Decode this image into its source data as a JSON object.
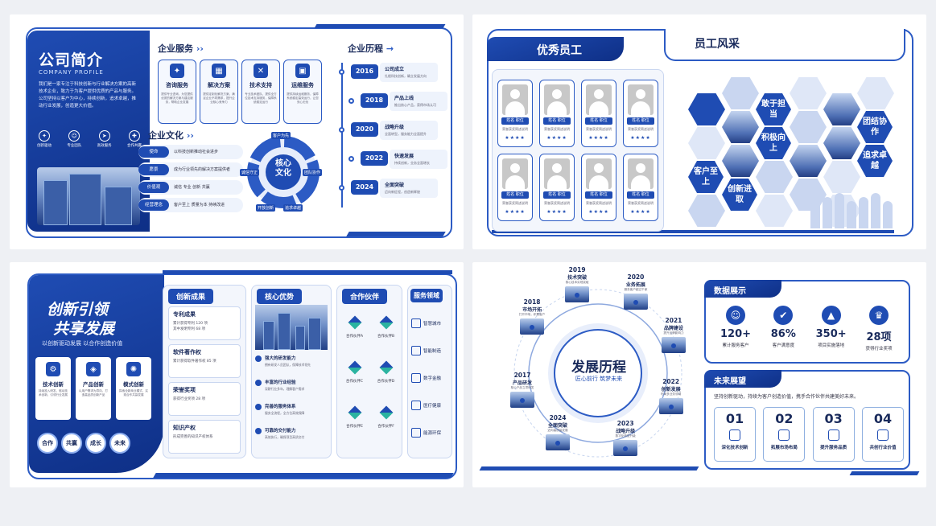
{
  "board1": {
    "title": "公司简介",
    "subtitle": "COMPANY PROFILE",
    "intro": "我们是一家专注于科技创新与行业解决方案的高新技术企业，致力于为客户提供优质的产品与服务。公司坚持以客户为中心，持续创新，追求卓越，推动行业发展，创造更大价值。",
    "mini_icons": [
      "创新驱动",
      "专业团队",
      "高效服务",
      "合作共赢"
    ],
    "services_title": "企业服务",
    "services": [
      {
        "label": "咨询服务",
        "icon": "consult-icon",
        "glyph": "✦",
        "desc": "提供专业咨询，为您提供优质的解决方案与建议服务，帮助企业发展"
      },
      {
        "label": "解决方案",
        "icon": "solution-icon",
        "glyph": "▦",
        "desc": "提供定制化解决方案，满足企业不同需求，提升企业核心竞争力"
      },
      {
        "label": "技术支持",
        "icon": "tools-icon",
        "glyph": "✕",
        "desc": "专业技术团队，提供全方位技术支持服务，保障系统稳定运行"
      },
      {
        "label": "运维服务",
        "icon": "monitor-icon",
        "glyph": "▣",
        "desc": "提供持续运维服务，保障系统稳定高效运行，让您安心无忧"
      }
    ],
    "culture_title": "企业文化",
    "culture": [
      {
        "tag": "使命",
        "text": "以科技创新推动社会进步"
      },
      {
        "tag": "愿景",
        "text": "成为行业领先的解决方案提供者"
      },
      {
        "tag": "价值观",
        "text": "诚信  专业  创新  共赢"
      },
      {
        "tag": "经营理念",
        "text": "客户至上  质量为本  持续改进"
      }
    ],
    "core": {
      "center": "核心\n文化",
      "ring": [
        "客户为先",
        "团队协作",
        "追求卓越",
        "开放创新",
        "诚信守正"
      ]
    },
    "history_title": "企业历程",
    "history": [
      {
        "year": "2016",
        "title": "公司成立",
        "desc": "扎根科技创新，确立发展方向"
      },
      {
        "year": "2018",
        "title": "产品上线",
        "desc": "推出核心产品，获得市场认可"
      },
      {
        "year": "2020",
        "title": "战略升级",
        "desc": "全面转型，服务能力全面提升"
      },
      {
        "year": "2022",
        "title": "快速发展",
        "desc": "持续创新，业务全面增长"
      },
      {
        "year": "2024",
        "title": "全面突破",
        "desc": "迈向新征程，创造新辉煌"
      }
    ]
  },
  "board2": {
    "title1": "优秀员工",
    "title2": "员工风采",
    "employee_name": "姓名  职位",
    "employee_desc": "荣誉获奖简述说明",
    "stars": "★★★★",
    "hex_labels": [
      "敢于担当",
      "积极向上",
      "团结协作",
      "客户至上",
      "追求卓越",
      "创新进取"
    ]
  },
  "board3": {
    "headline1": "创新引领",
    "headline2": "共享发展",
    "slogan": "以创新驱动发展 以合作创造价值",
    "cards": [
      {
        "label": "技术创新",
        "icon": "gear-icon",
        "glyph": "⚙",
        "desc": "持续投入研发，驱动技术创新，引领行业发展"
      },
      {
        "label": "产品创新",
        "icon": "cube-icon",
        "glyph": "◈",
        "desc": "以用户需求为导向，打造高品质创新产品"
      },
      {
        "label": "模式创新",
        "icon": "network-icon",
        "glyph": "✺",
        "desc": "探索全新商业模式，实现合作共赢发展"
      }
    ],
    "circles": [
      "合作",
      "共赢",
      "成长",
      "未来"
    ],
    "achievements_title": "创新成果",
    "achievements": [
      {
        "title": "专利成果",
        "lines": [
          "累计获得专利 120 项",
          "其中发明专利 68 项"
        ]
      },
      {
        "title": "软件著作权",
        "lines": [
          "累计获得软件著作权 85 项"
        ]
      },
      {
        "title": "荣誉奖项",
        "lines": [
          "获得行业奖项 28 项"
        ]
      },
      {
        "title": "知识产权",
        "lines": [
          "形成完善的知识产权体系"
        ]
      }
    ],
    "advantages_title": "核心优势",
    "advantages": [
      {
        "title": "强大的研发能力",
        "desc": "拥有研发人员团队，保障技术领先"
      },
      {
        "title": "丰富的行业经验",
        "desc": "深耕行业多年，理解客户需求"
      },
      {
        "title": "完善的服务体系",
        "desc": "服务全流程，全方位高效保障"
      },
      {
        "title": "可靠的交付能力",
        "desc": "高效执行，确保项目高质交付"
      }
    ],
    "partners_title": "合作伙伴",
    "partners": [
      "合作伙伴A",
      "合作伙伴B",
      "合作伙伴C",
      "合作伙伴D",
      "合作伙伴E",
      "合作伙伴F"
    ],
    "domains_title": "服务领域",
    "domains": [
      {
        "label": "智慧城市",
        "icon": "city-icon"
      },
      {
        "label": "智能制造",
        "icon": "factory-icon"
      },
      {
        "label": "数字金融",
        "icon": "finance-icon"
      },
      {
        "label": "医疗健康",
        "icon": "health-icon"
      },
      {
        "label": "能源环保",
        "icon": "energy-icon"
      }
    ]
  },
  "board4": {
    "center_title": "发展历程",
    "center_sub": "匠心前行 筑梦未来",
    "milestones": [
      {
        "year": "2017",
        "title": "产品研发",
        "desc": "核心产品立项研发"
      },
      {
        "year": "2018",
        "title": "市场开拓",
        "desc": "打开市场，积累客户"
      },
      {
        "year": "2019",
        "title": "技术突破",
        "desc": "核心技术实现突破"
      },
      {
        "year": "2020",
        "title": "业务拓展",
        "desc": "服务客户超过千家"
      },
      {
        "year": "2021",
        "title": "品牌建设",
        "desc": "提升品牌影响力"
      },
      {
        "year": "2022",
        "title": "创新发展",
        "desc": "布局多业务领域"
      },
      {
        "year": "2023",
        "title": "战略升级",
        "desc": "数字化转型升级"
      },
      {
        "year": "2024",
        "title": "全面突破",
        "desc": "迈向高质量发展"
      }
    ],
    "data_title": "数据展示",
    "stats": [
      {
        "value": "120+",
        "label": "累计服务客户",
        "icon": "users-icon"
      },
      {
        "value": "86%",
        "label": "客户满意度",
        "icon": "check-badge-icon"
      },
      {
        "value": "350+",
        "label": "项目实施落地",
        "icon": "growth-chart-icon"
      },
      {
        "value": "28项",
        "label": "获得行业奖项",
        "icon": "trophy-icon"
      }
    ],
    "future_title": "未来展望",
    "future_text": "坚持创新驱动，持续为客户创造价值，携手合作伙伴共建美好未来。",
    "future": [
      {
        "num": "01",
        "label": "深化技术创新",
        "icon": "document-icon"
      },
      {
        "num": "02",
        "label": "拓展市场布局",
        "icon": "gear-check-icon"
      },
      {
        "num": "03",
        "label": "提升服务品质",
        "icon": "chart-board-icon"
      },
      {
        "num": "04",
        "label": "共创行业价值",
        "icon": "handshake-icon"
      }
    ]
  }
}
